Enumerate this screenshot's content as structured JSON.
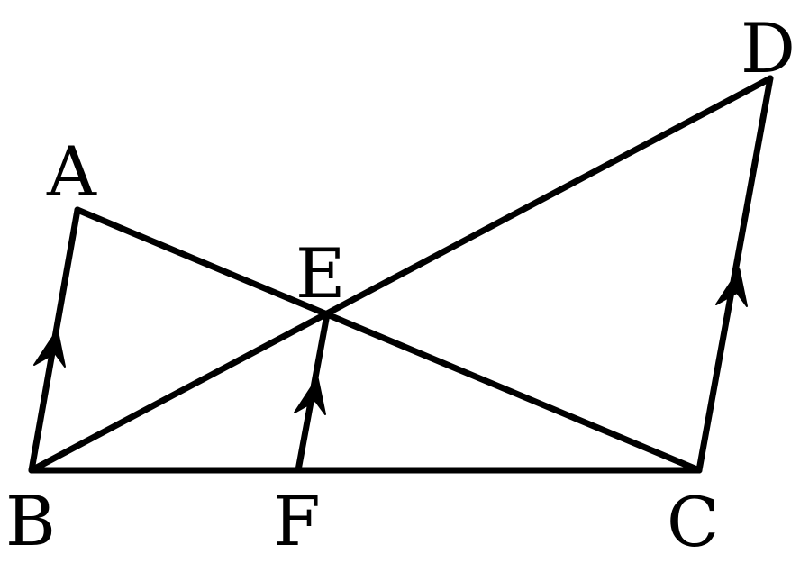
{
  "diagram": {
    "points": {
      "A": "A",
      "B": "B",
      "C": "C",
      "D": "D",
      "E": "E",
      "F": "F"
    },
    "segments": [
      [
        "A",
        "B"
      ],
      [
        "A",
        "C"
      ],
      [
        "B",
        "D"
      ],
      [
        "D",
        "C"
      ],
      [
        "B",
        "C"
      ],
      [
        "E",
        "F"
      ]
    ],
    "parallel_marks": [
      "AB",
      "EF",
      "CD"
    ],
    "stroke_color": "#000000"
  }
}
